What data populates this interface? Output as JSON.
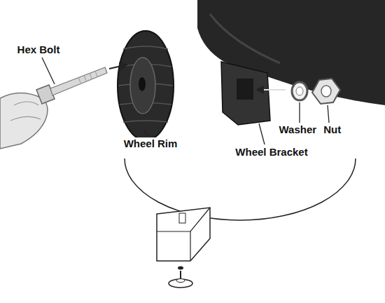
{
  "diagram": {
    "labels": [
      "Hex Bolt",
      "Wheel Rim",
      "Wheel Bracket",
      "Washer",
      "Nut"
    ]
  }
}
